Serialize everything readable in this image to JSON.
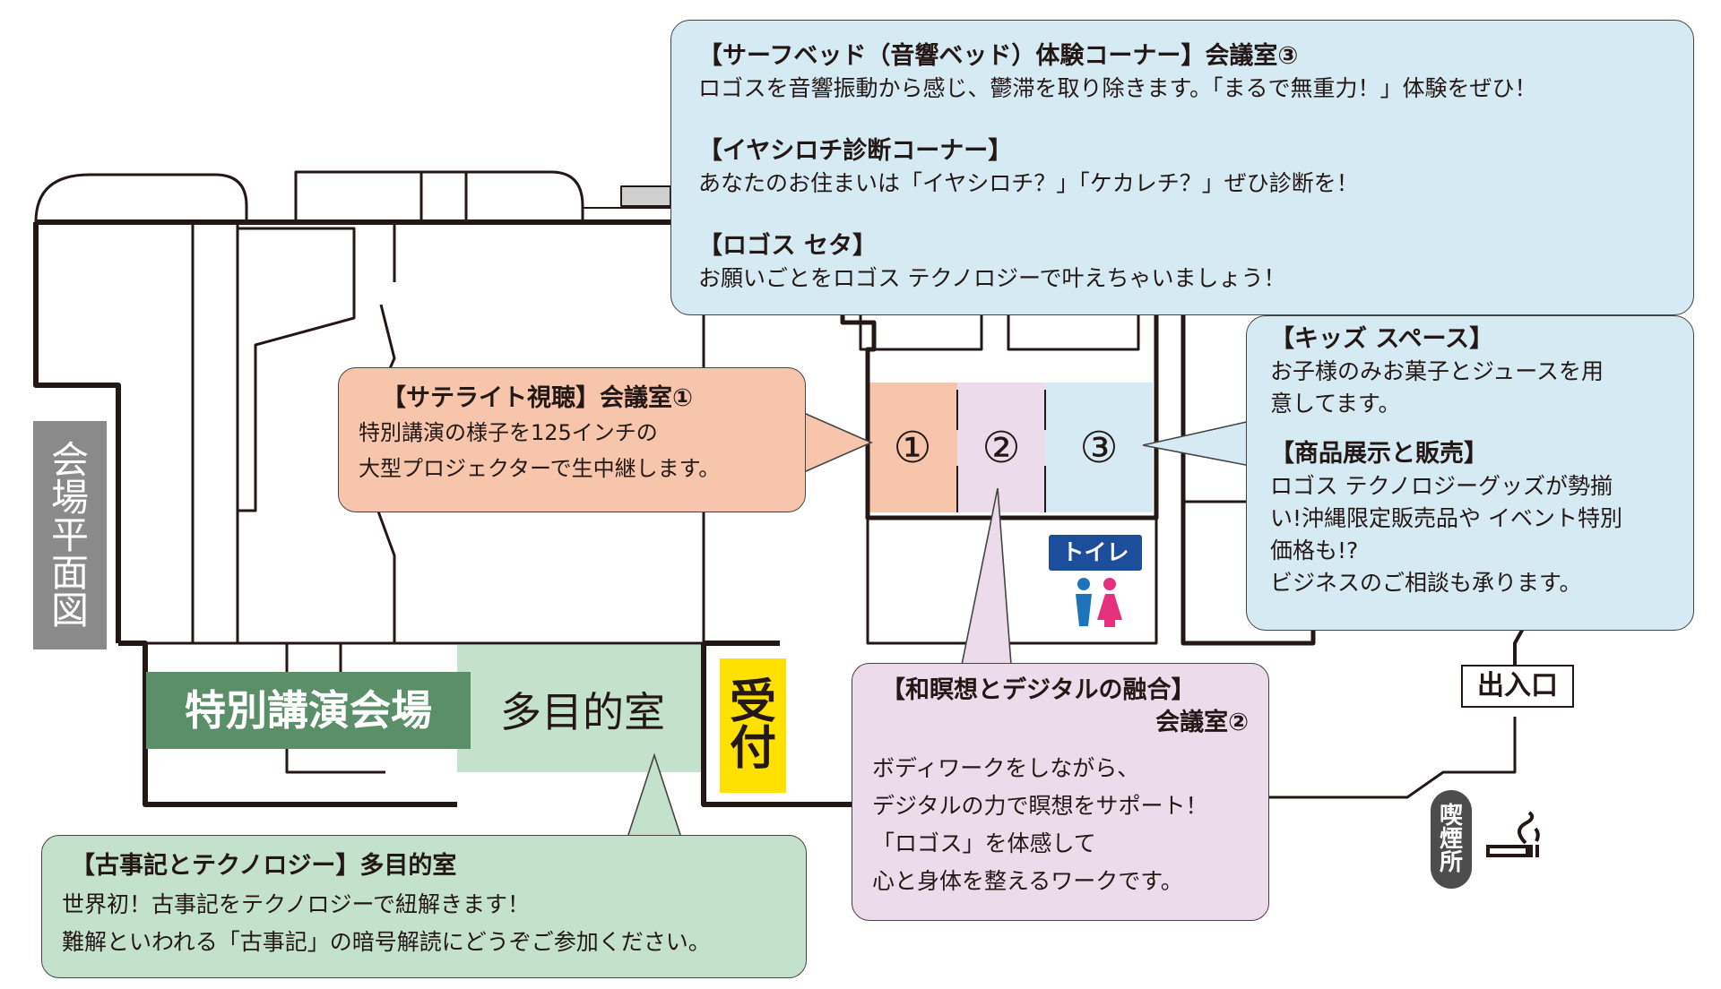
{
  "side_title": [
    "会",
    "場",
    "平",
    "面",
    "図"
  ],
  "rooms": {
    "main_hall": "特別講演会場",
    "multipurpose": "多目的室",
    "reception": [
      "受",
      "付"
    ],
    "room1": "①",
    "room2": "②",
    "room3": "③",
    "toilet": "トイレ",
    "entrance": "出入口",
    "smoking": [
      "喫",
      "煙",
      "所"
    ]
  },
  "colors": {
    "orange_fill": "#f6c5ab",
    "pink_fill": "#ecdbea",
    "blue_fill": "#d6eaf4",
    "green_fill": "#c4e2cb",
    "green_dark": "#5b8f6a",
    "yellow": "#ffe100",
    "toilet_blue": "#1c4e9c",
    "male_blue": "#1d74bb",
    "female_pink": "#e5307d",
    "gray": "#8a8a8a",
    "dark_gray": "#4d4d4d"
  },
  "icons": [
    "man-figure-icon",
    "woman-figure-icon",
    "cigarette-icon"
  ],
  "bubbles": {
    "top": {
      "title1": "【サーフベッド（音響ベッド）体験コーナー】会議室③",
      "text1": "ロゴスを音響振動から感じ、鬱滞を取り除きます。「まるで無重力！」体験をぜひ！",
      "title2": "【イヤシロチ診断コーナー】",
      "text2": "あなたのお住まいは「イヤシロチ？」「ケカレチ？」ぜひ診断を！",
      "title3": "【ロゴス セタ】",
      "text3": "お願いごとをロゴス テクノロジーで叶えちゃいましょう！"
    },
    "kids": {
      "title1": "【キッズ スペース】",
      "text1a": "お子様のみお菓子とジュースを用",
      "text1b": "意してます。",
      "title2": "【商品展示と販売】",
      "text2a": "ロゴス テクノロジーグッズが勢揃",
      "text2b": "い!沖縄限定販売品や イベント特別",
      "text2c": "価格も!?",
      "text2d": "ビジネスのご相談も承ります。"
    },
    "satellite": {
      "title": "【サテライト視聴】会議室①",
      "text1": "特別講演の様子を125インチの",
      "text2": "大型プロジェクターで生中継します。"
    },
    "meditation": {
      "title1": "【和瞑想とデジタルの融合】",
      "title2": "会議室②",
      "text1": "ボディワークをしながら、",
      "text2": "デジタルの力で瞑想をサポート！",
      "text3": "「ロゴス」を体感して",
      "text4": "心と身体を整えるワークです。"
    },
    "kojiki": {
      "title": "【古事記とテクノロジー】多目的室",
      "text1": "世界初！古事記をテクノロジーで紐解きます！",
      "text2": "難解といわれる「古事記」の暗号解読にどうぞご参加ください。"
    }
  }
}
